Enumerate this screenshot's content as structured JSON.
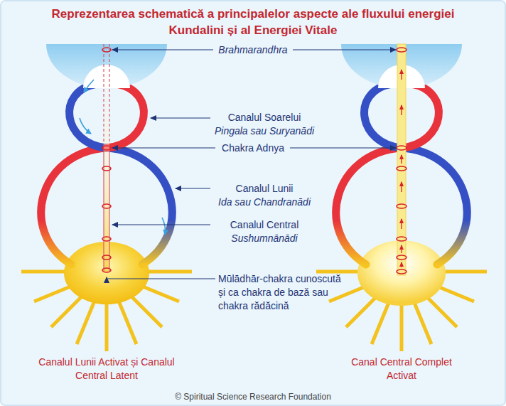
{
  "diagram": {
    "title": "Reprezentarea schematică a principalelor aspecte ale fluxului energiei Kundalini și al Energiei Vitale",
    "labels": [
      "Brahmarandhra",
      "Canalul Soarelui",
      "Pingala sau Suryanādi",
      "Chakra Adnya",
      "Canalul Lunii",
      "Ida sau Chandranādi",
      "Canalul Central",
      "Sushumnānādi",
      "Mūlādhār-chakra cunoscută și ca chakra de bază sau chakra rădăcină",
      "Canalul Lunii Activat și Canalul Central Latent",
      "Canal Central Complet Activat",
      "© Spiritual Science Research Foundation"
    ]
  }
}
